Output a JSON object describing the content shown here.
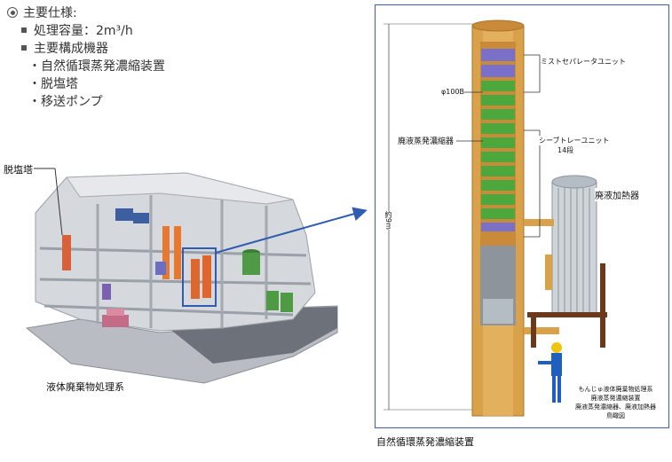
{
  "specs": {
    "heading": "主要仕様:",
    "capacity": "処理容量：2m³/h",
    "equipment_heading": "主要構成機器",
    "equipment": [
      "・自然循環蒸発濃縮装置",
      "・脱塩塔",
      "・移送ポンプ"
    ]
  },
  "left_diagram": {
    "callout": "脱塩塔",
    "caption": "液体廃棄物処理系"
  },
  "right_diagram": {
    "label_mist": "ミストセパレータユニット",
    "label_dia": "φ100B",
    "label_evaporator": "廃液蒸発濃縮器",
    "label_sieve": "シーブトレーユニット",
    "label_sieve_count": "14段",
    "label_heater": "廃液加熱器",
    "label_height": "約9m",
    "note": [
      "もんじゅ液体廃棄物処理系",
      "廃液蒸発濃縮装置",
      "廃液蒸発濃縮器、廃液加熱器",
      "鳥瞰図"
    ],
    "caption": "自然循環蒸発濃縮装置"
  },
  "colors": {
    "frame": "#3b5fa8",
    "arrow": "#2f5bb0",
    "vessel": "#d9a24a",
    "tray": "#4ca83c",
    "tray_top": "#7a6fc9"
  }
}
